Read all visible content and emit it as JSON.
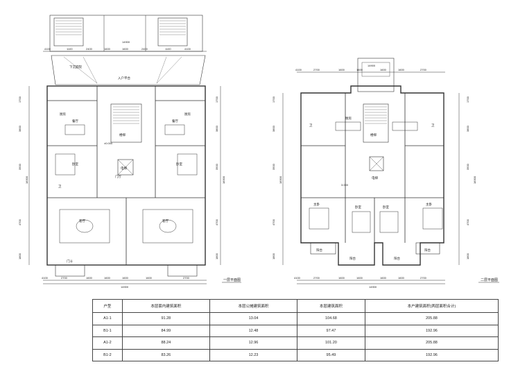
{
  "plans": {
    "left": {
      "caption": "一层平面图",
      "top_dims": [
        "4100",
        "1100",
        "2400",
        "1600",
        "1600",
        "2400",
        "1100",
        "4100"
      ],
      "bottom_dims": [
        "4100",
        "2700",
        "1600",
        "1600",
        "1600",
        "1600",
        "2700"
      ],
      "overall_top": "14900",
      "overall_bottom": "14900",
      "left_dims": [
        "1700",
        "3800",
        "3500",
        "4700",
        "1800"
      ],
      "right_dims": [
        "1700",
        "3800",
        "3500",
        "4700",
        "1800"
      ],
      "overall_vert": "18300",
      "elevation": "±0.000",
      "rooms": [
        "厨房",
        "餐厅",
        "卧室",
        "客厅",
        "门厅",
        "入户平台",
        "下沉庭院",
        "门斗",
        "卫",
        "楼梯",
        "电梯",
        "客厅",
        "卧室",
        "餐厅",
        "厨房"
      ]
    },
    "right": {
      "caption": "二层平面图",
      "top_dims": [
        "4100",
        "2700",
        "1600",
        "1600",
        "1600",
        "1600",
        "2700"
      ],
      "bottom_dims": [
        "4100",
        "2700",
        "1600",
        "1600",
        "1600",
        "1600",
        "2700"
      ],
      "overall_top": "14900",
      "overall_bottom": "14900",
      "left_dims": [
        "1700",
        "3800",
        "3500",
        "4700",
        "1800"
      ],
      "right_dims": [
        "1700",
        "3800",
        "3500",
        "4700",
        "1800"
      ],
      "overall_vert": "18300",
      "elevation": "3.000",
      "rooms": [
        "卫",
        "厨房",
        "主卧",
        "卧室",
        "卧室",
        "主卧",
        "卫",
        "阳台",
        "阳台",
        "阳台",
        "阳台",
        "楼梯",
        "电梯"
      ]
    }
  },
  "table": {
    "headers": [
      "户型",
      "本层套内建筑面积",
      "本层公摊建筑面积",
      "本层建筑面积",
      "本户建筑面积(两层面积合计)"
    ],
    "rows": [
      [
        "A1-1",
        "91.28",
        "13.04",
        "104.68",
        "205.88"
      ],
      [
        "B1-1",
        "84.99",
        "12.48",
        "97.47",
        "192.96"
      ],
      [
        "A1-2",
        "88.24",
        "12.96",
        "101.20",
        "205.88"
      ],
      [
        "B1-2",
        "83.26",
        "12.23",
        "95.49",
        "192.96"
      ]
    ]
  }
}
